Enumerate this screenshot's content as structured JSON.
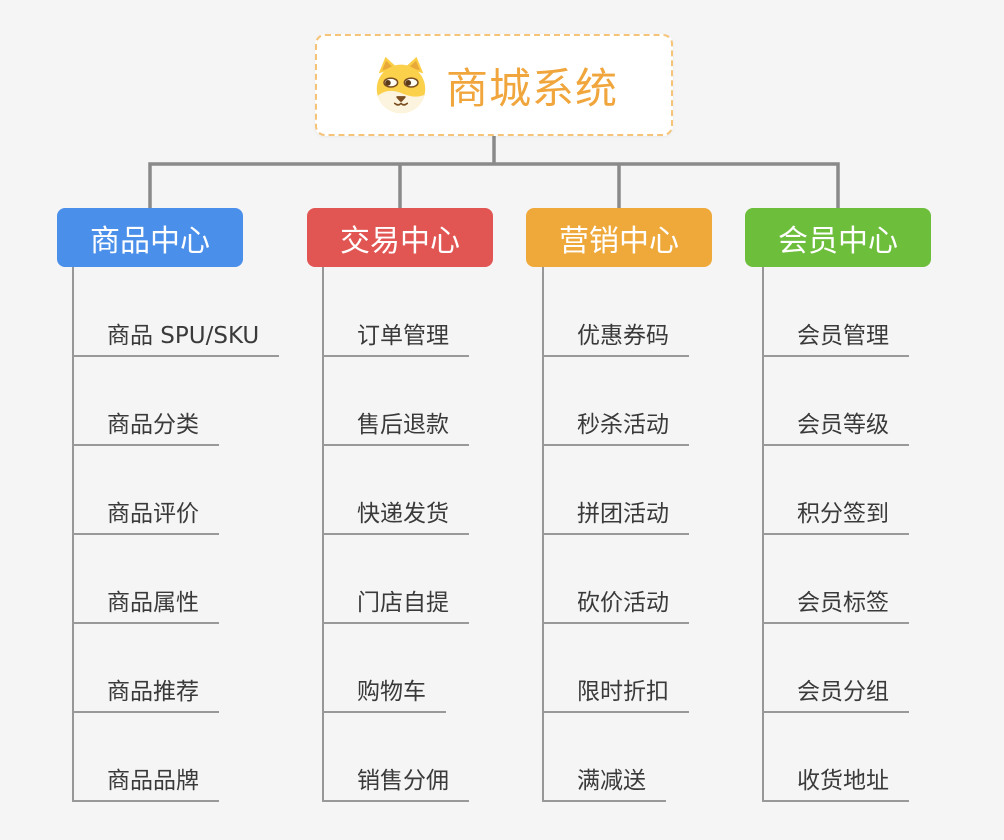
{
  "root": {
    "title": "商城系统",
    "icon": "dog-icon"
  },
  "colors": {
    "background": "#f5f5f5",
    "root_border": "#f5c478",
    "root_text": "#f0a63c",
    "connector": "#8a8a8a",
    "leaf_line": "#999999",
    "leaf_text": "#3a3a3a"
  },
  "branches": [
    {
      "label": "商品中心",
      "color": "#4a8fea",
      "items": [
        "商品 SPU/SKU",
        "商品分类",
        "商品评价",
        "商品属性",
        "商品推荐",
        "商品品牌"
      ]
    },
    {
      "label": "交易中心",
      "color": "#e15653",
      "items": [
        "订单管理",
        "售后退款",
        "快递发货",
        "门店自提",
        "购物车",
        "销售分佣"
      ]
    },
    {
      "label": "营销中心",
      "color": "#efa93b",
      "items": [
        "优惠券码",
        "秒杀活动",
        "拼团活动",
        "砍价活动",
        "限时折扣",
        "满减送"
      ]
    },
    {
      "label": "会员中心",
      "color": "#6cbe3b",
      "items": [
        "会员管理",
        "会员等级",
        "积分签到",
        "会员标签",
        "会员分组",
        "收货地址"
      ]
    }
  ]
}
